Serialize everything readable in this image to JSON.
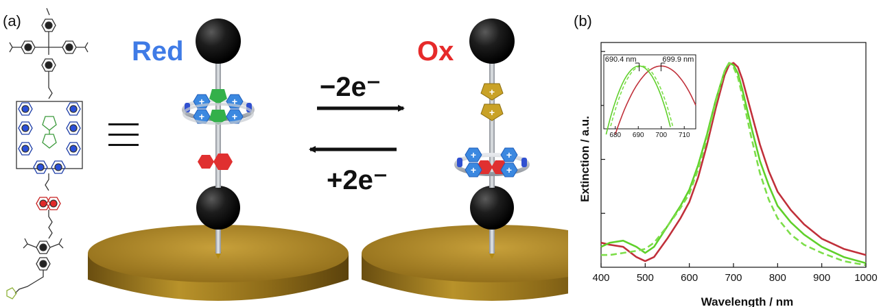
{
  "panels": {
    "a_label": "(a)",
    "b_label": "(b)"
  },
  "scheme": {
    "reduced_label": "Red",
    "oxidized_label": "Ox",
    "forward_label": "−2e⁻",
    "reverse_label": "+2e⁻",
    "equivalence_symbol": "≡",
    "plus_glyph": "+",
    "colors": {
      "reduced": "#3f7be6",
      "oxidized": "#e62a2a",
      "gold": "#b8962a",
      "stopper": "#1a1a1a",
      "ring": "#b0b3bd",
      "viologen": "#3b88e0",
      "ttf_reduced": "#33b04a",
      "ttf_oxidized": "#c9a227",
      "dnp": "#e03030"
    }
  },
  "chart_data": {
    "type": "line",
    "xlabel": "Wavelength / nm",
    "ylabel": "Extinction / a.u.",
    "xlim": [
      400,
      1000
    ],
    "ylim": [
      0,
      1.1
    ],
    "xticks": [
      400,
      500,
      600,
      700,
      800,
      900,
      1000
    ],
    "grid": false,
    "series": [
      {
        "color": "#c0303a",
        "style": "solid",
        "x": [
          400,
          420,
          450,
          480,
          500,
          520,
          550,
          580,
          600,
          620,
          640,
          660,
          680,
          690,
          700,
          710,
          720,
          740,
          760,
          780,
          800,
          830,
          860,
          900,
          950,
          1000
        ],
        "y": [
          0.12,
          0.11,
          0.1,
          0.05,
          0.03,
          0.05,
          0.14,
          0.24,
          0.32,
          0.44,
          0.6,
          0.78,
          0.94,
          0.99,
          1.0,
          0.98,
          0.92,
          0.76,
          0.6,
          0.47,
          0.37,
          0.28,
          0.21,
          0.14,
          0.09,
          0.06
        ]
      },
      {
        "color": "#5fd02a",
        "style": "solid",
        "x": [
          400,
          420,
          450,
          480,
          500,
          520,
          550,
          580,
          600,
          620,
          640,
          660,
          680,
          690,
          700,
          710,
          720,
          740,
          760,
          780,
          800,
          830,
          860,
          900,
          950,
          1000
        ],
        "y": [
          0.1,
          0.12,
          0.13,
          0.1,
          0.07,
          0.1,
          0.2,
          0.3,
          0.38,
          0.5,
          0.65,
          0.82,
          0.96,
          1.0,
          0.99,
          0.95,
          0.87,
          0.69,
          0.52,
          0.4,
          0.3,
          0.22,
          0.16,
          0.1,
          0.05,
          0.02
        ]
      },
      {
        "color": "#7dde4a",
        "style": "dashed",
        "x": [
          400,
          420,
          450,
          480,
          500,
          520,
          550,
          580,
          600,
          620,
          640,
          660,
          680,
          690,
          700,
          710,
          720,
          740,
          760,
          780,
          800,
          830,
          860,
          900,
          950,
          1000
        ],
        "y": [
          0.06,
          0.06,
          0.07,
          0.08,
          0.09,
          0.12,
          0.2,
          0.29,
          0.36,
          0.48,
          0.63,
          0.81,
          0.96,
          1.0,
          0.98,
          0.93,
          0.84,
          0.64,
          0.46,
          0.33,
          0.24,
          0.16,
          0.11,
          0.07,
          0.03,
          0.01
        ]
      }
    ],
    "inset": {
      "xlim": [
        675,
        715
      ],
      "xticks": [
        680,
        690,
        700,
        710
      ],
      "annotations": [
        {
          "label": "690.4 nm",
          "x": 690.4
        },
        {
          "label": "699.9 nm",
          "x": 699.9
        }
      ]
    }
  }
}
